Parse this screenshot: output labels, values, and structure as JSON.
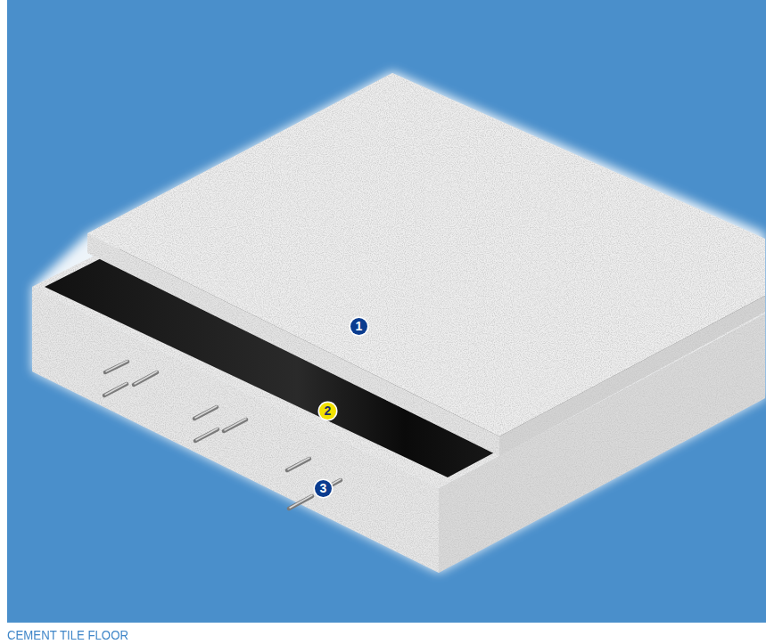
{
  "diagram": {
    "caption": "CEMENT TILE FLOOR",
    "labels": [
      "1",
      "2",
      "3"
    ]
  }
}
